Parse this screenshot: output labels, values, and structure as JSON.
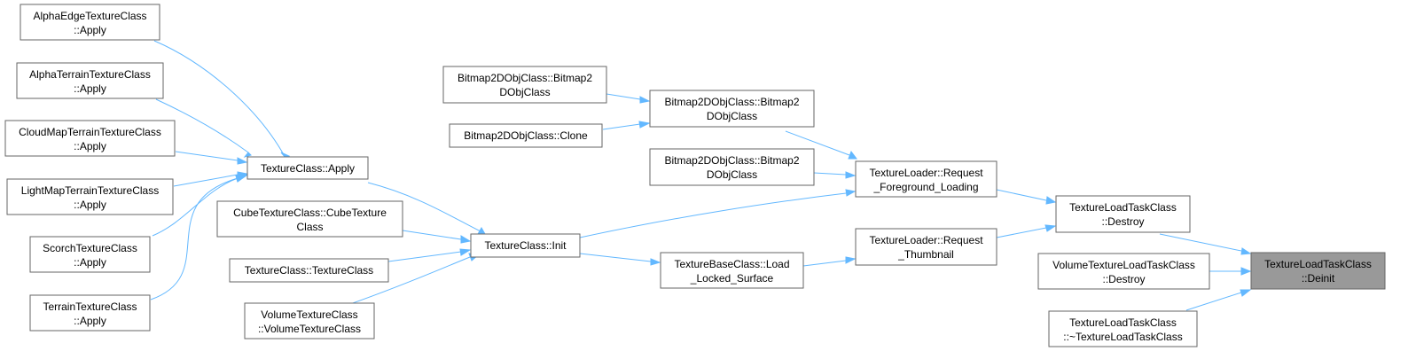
{
  "graph": {
    "accent_color": "#63b8ff",
    "root_fill": "#999999",
    "nodes": {
      "alpha_edge": [
        "AlphaEdgeTextureClass",
        "::Apply"
      ],
      "alpha_terrain": [
        "AlphaTerrainTextureClass",
        "::Apply"
      ],
      "cloud_map": [
        "CloudMapTerrainTextureClass",
        "::Apply"
      ],
      "light_map": [
        "LightMapTerrainTextureClass",
        "::Apply"
      ],
      "scorch": [
        "ScorchTextureClass",
        "::Apply"
      ],
      "terrain": [
        "TerrainTextureClass",
        "::Apply"
      ],
      "texture_apply": [
        "TextureClass::Apply"
      ],
      "cube_texture": [
        "CubeTextureClass::CubeTexture",
        "Class"
      ],
      "texture_ctor": [
        "TextureClass::TextureClass"
      ],
      "volume_texture": [
        "VolumeTextureClass",
        "::VolumeTextureClass"
      ],
      "texture_init": [
        "TextureClass::Init"
      ],
      "bitmap_ctor_a": [
        "Bitmap2DObjClass::Bitmap2",
        "DObjClass"
      ],
      "bitmap_clone": [
        "Bitmap2DObjClass::Clone"
      ],
      "bitmap_ctor_b": [
        "Bitmap2DObjClass::Bitmap2",
        "DObjClass"
      ],
      "bitmap_ctor_c": [
        "Bitmap2DObjClass::Bitmap2",
        "DObjClass"
      ],
      "load_locked": [
        "TextureBaseClass::Load",
        "_Locked_Surface"
      ],
      "request_foreground": [
        "TextureLoader::Request",
        "_Foreground_Loading"
      ],
      "request_thumbnail": [
        "TextureLoader::Request",
        "_Thumbnail"
      ],
      "task_destroy": [
        "TextureLoadTaskClass",
        "::Destroy"
      ],
      "volume_task_destroy": [
        "VolumeTextureLoadTaskClass",
        "::Destroy"
      ],
      "task_dtor": [
        "TextureLoadTaskClass",
        "::~TextureLoadTaskClass"
      ],
      "deinit": [
        "TextureLoadTaskClass",
        "::Deinit"
      ]
    }
  }
}
